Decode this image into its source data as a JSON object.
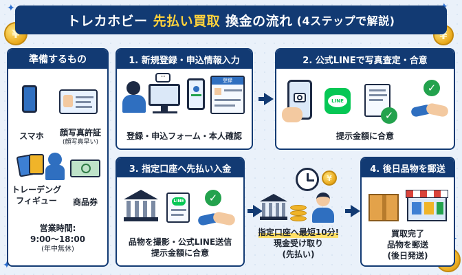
{
  "header": {
    "title_prefix": "トレカホビー",
    "title_highlight": "先払い買取",
    "title_suffix": "換金の流れ",
    "subtitle": "(4ステップで解説)",
    "coin_symbol": "¥"
  },
  "sidebar": {
    "title": "準備するもの",
    "items": [
      {
        "label": "スマホ",
        "icon": "smartphone-icon"
      },
      {
        "label": "顔写真許証",
        "note": "(顔写真早い)",
        "icon": "id-card-icon"
      },
      {
        "label": "トレーデング\nフィギュー",
        "icon": "cards-figure-icon"
      },
      {
        "label": "商品券",
        "icon": "voucher-icon"
      }
    ],
    "hours_label": "営業時間:",
    "hours": "9:00〜18:00",
    "hours_note": "(年中無休)"
  },
  "steps": [
    {
      "title": "1. 新規登録・申込情報入力",
      "caption": "登録・申込フォーム・本人確認",
      "form_label": "登録"
    },
    {
      "title": "2. 公式LINEで写真査定・合意",
      "caption": "提示金額に合意",
      "line_label": "LINE"
    },
    {
      "title": "3. 指定口座へ先払い入金",
      "caption_line1": "品物を撮影・公式LINE送信",
      "caption_line2": "提示金額に合意",
      "line_label": "LINE"
    },
    {
      "caption_line1": "指定口座へ最短10分!",
      "caption_line2": "現金受け取り",
      "caption_line3": "(先払い)"
    },
    {
      "title": "4. 後日品物を郵送",
      "caption_line1": "買取完了",
      "caption_line2": "品物を郵送",
      "caption_line3": "(後日発送)"
    }
  ],
  "colors": {
    "navy": "#123a73",
    "accent_yellow": "#ffd23c",
    "line_green": "#06c755",
    "check_green": "#23a24d"
  }
}
